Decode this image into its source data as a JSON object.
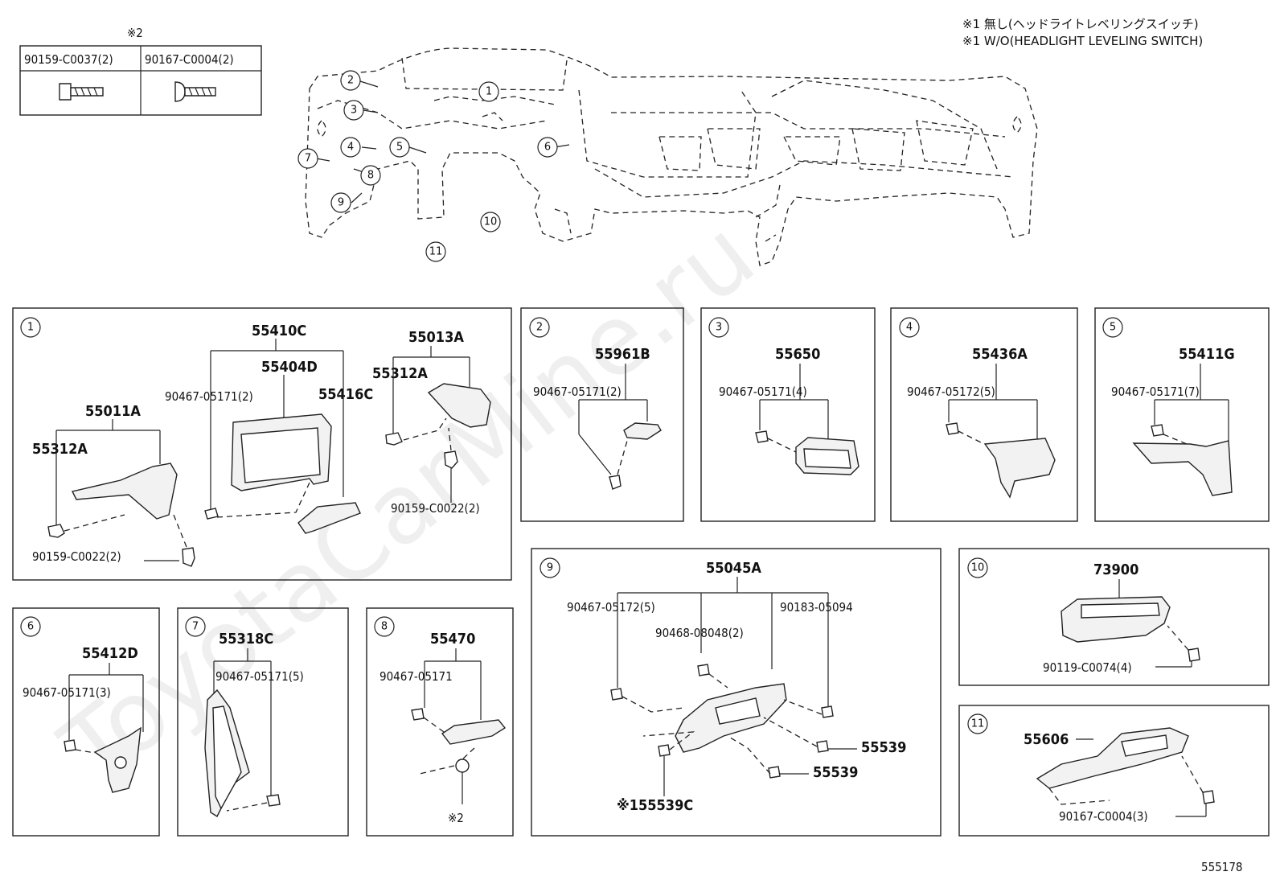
{
  "notes": {
    "line1": "※1 無し(ヘッドライトレベリングスイッチ)",
    "line2": "※1 W/O(HEADLIGHT LEVELING SWITCH)"
  },
  "fastener_table": {
    "mark": "※2",
    "col1_part": "90159-C0037(2)",
    "col2_part": "90167-C0004(2)"
  },
  "overview_callouts": [
    "1",
    "2",
    "3",
    "4",
    "5",
    "6",
    "7",
    "8",
    "9",
    "10",
    "11"
  ],
  "panels": {
    "p1": {
      "num": "1",
      "labels": {
        "a": "55410C",
        "b": "55404D",
        "c": "90467-05171(2)",
        "d": "55416C",
        "e": "55013A",
        "f": "55312A",
        "g": "55011A",
        "h": "55312A",
        "i": "90159-C0022(2)",
        "j": "90159-C0022(2)"
      }
    },
    "p2": {
      "num": "2",
      "labels": {
        "a": "55961B",
        "b": "90467-05171(2)"
      }
    },
    "p3": {
      "num": "3",
      "labels": {
        "a": "55650",
        "b": "90467-05171(4)"
      }
    },
    "p4": {
      "num": "4",
      "labels": {
        "a": "55436A",
        "b": "90467-05172(5)"
      }
    },
    "p5": {
      "num": "5",
      "labels": {
        "a": "55411G",
        "b": "90467-05171(7)"
      }
    },
    "p6": {
      "num": "6",
      "labels": {
        "a": "55412D",
        "b": "90467-05171(3)"
      }
    },
    "p7": {
      "num": "7",
      "labels": {
        "a": "55318C",
        "b": "90467-05171(5)"
      }
    },
    "p8": {
      "num": "8",
      "labels": {
        "a": "55470",
        "b": "90467-05171",
        "c": "※2"
      }
    },
    "p9": {
      "num": "9",
      "labels": {
        "a": "55045A",
        "b": "90467-05172(5)",
        "c": "90183-05094",
        "d": "90468-08048(2)",
        "e": "55539",
        "f": "55539",
        "g": "※155539C"
      }
    },
    "p10": {
      "num": "10",
      "labels": {
        "a": "73900",
        "b": "90119-C0074(4)"
      }
    },
    "p11": {
      "num": "11",
      "labels": {
        "a": "55606",
        "b": "90167-C0004(3)"
      }
    }
  },
  "illustration_id": "555178",
  "watermark": "ToyotaCarMine.ru"
}
